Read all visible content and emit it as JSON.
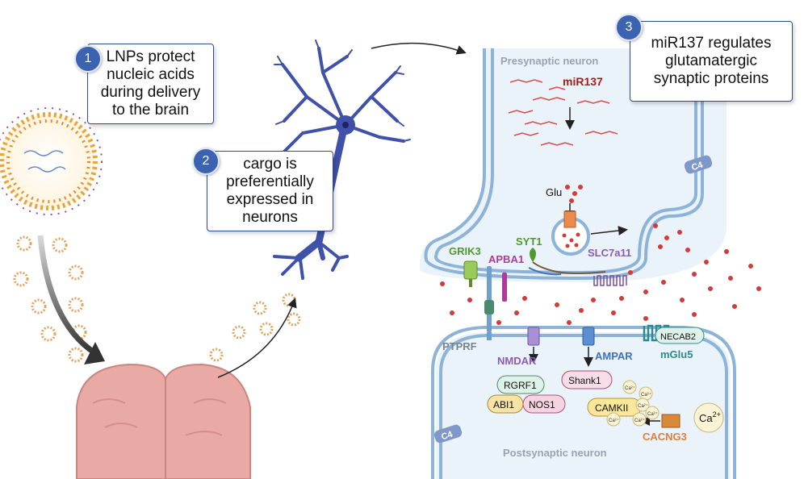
{
  "steps": [
    {
      "num": "1",
      "text_lines": [
        "LNPs protect",
        "nucleic acids",
        "during delivery",
        "to the brain"
      ]
    },
    {
      "num": "2",
      "text_lines": [
        "cargo is",
        "preferentially",
        "expressed in",
        "neurons"
      ]
    },
    {
      "num": "3",
      "text_lines": [
        "miR137 regulates",
        "glutamatergic",
        "synaptic proteins"
      ]
    }
  ],
  "synapse": {
    "presynaptic_label": "Presynaptic neuron",
    "postsynaptic_label": "Postsynaptic neuron",
    "mirna": "miR137",
    "glu": "Glu",
    "c4_top": "C4",
    "c4_bottom": "C4",
    "proteins": {
      "grik3": "GRIK3",
      "syt1": "SYT1",
      "apba1": "APBA1",
      "slc7a11": "SLC7a11",
      "ptprf": "PTPRF",
      "nmdar": "NMDAR",
      "ampar": "AMPAR",
      "necab2": "NECAB2",
      "mglu5": "mGlu5",
      "rgrf1": "RGRF1",
      "abi1": "ABI1",
      "nos1": "NOS1",
      "shank1": "Shank1",
      "camkii": "CAMKII",
      "cacng3": "CACNG3"
    },
    "ca_big": "Ca",
    "ca_sup": "2+",
    "ca_small": "Ca²⁺"
  },
  "colors": {
    "box_border": "#2c4f8a",
    "badge": "#3b63b0",
    "neuron": "#3f51a8",
    "membrane": "#8db4d8",
    "cell_fill": "#eaf3fa",
    "vesicle_dot": "#d43a3a",
    "brain": "#e9a9a4",
    "mirna": "#a11f1f",
    "green": "#4f9a2e",
    "magenta": "#b0399a",
    "purple": "#8a5bb8",
    "blue": "#3f72b5",
    "teal": "#2a8b8f",
    "orange": "#e07e3c",
    "gray": "#7a8290"
  }
}
